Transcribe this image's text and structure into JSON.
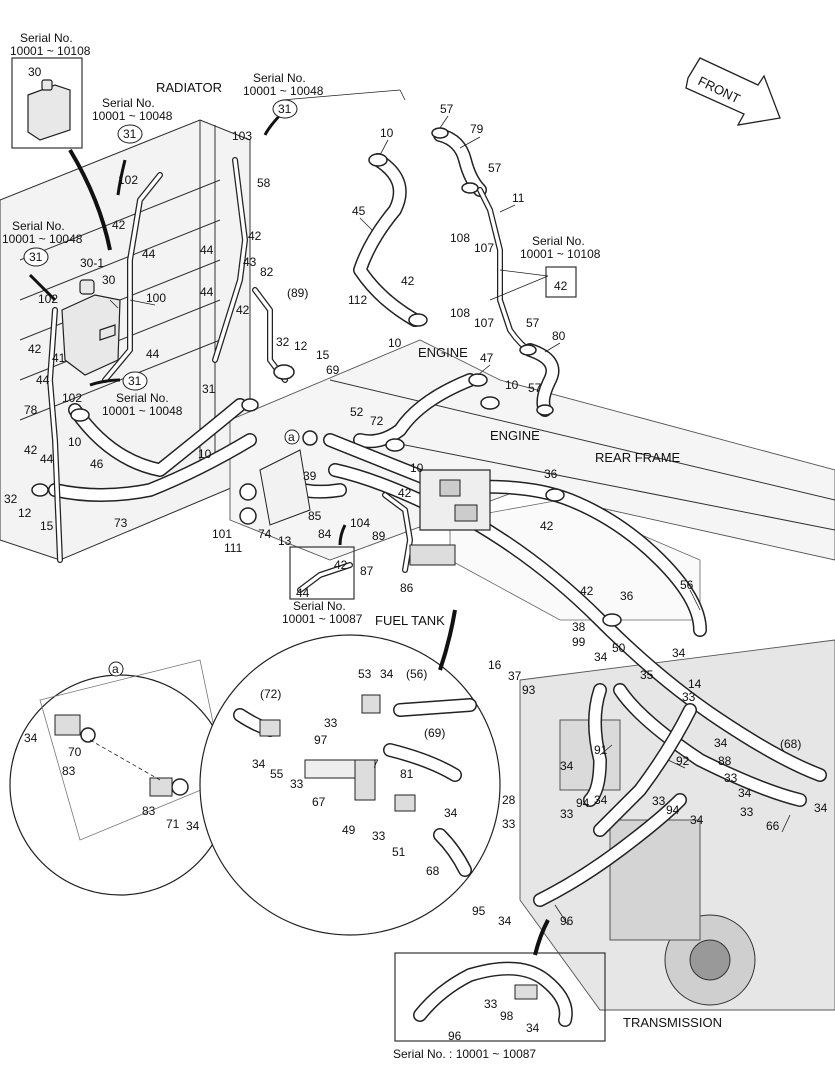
{
  "section_titles": {
    "radiator": "RADIATOR",
    "engine_upper": "ENGINE",
    "engine_lower": "ENGINE",
    "rear_frame": "REAR FRAME",
    "fuel_tank": "FUEL TANK",
    "transmission": "TRANSMISSION",
    "front": "FRONT"
  },
  "serial_notes": {
    "top_left": "Serial No.",
    "top_left_range": "10001 ~ 10108",
    "radiator_a": "Serial No.",
    "radiator_a_range": "10001 ~ 10048",
    "radiator_b": "Serial No.",
    "radiator_b_range": "10001 ~ 10048",
    "left_mid": "Serial No.",
    "left_mid_range": "10001 ~ 10048",
    "tank_side": "Serial No.",
    "tank_side_range": "10001 ~ 10048",
    "engine_right": "Serial No.",
    "engine_right_range": "10001 ~ 10108",
    "fuel_tank_inset": "Serial No.",
    "fuel_tank_inset_range": "10001 ~ 10087",
    "bottom_inset": "Serial No. : 10001 ~ 10087"
  },
  "callouts": {
    "circle_a": "a",
    "ref_31": "31"
  },
  "part_numbers": {
    "p30_box": "30",
    "p30_1": "30-1",
    "p30": "30",
    "p100": "100",
    "p102a": "102",
    "p102b": "102",
    "p103": "103",
    "p58": "58",
    "p42a": "42",
    "p44a": "44",
    "p42b": "42",
    "p44b": "44",
    "p43": "43",
    "p82": "82",
    "p44c": "44",
    "p42c": "42",
    "p89_ref": "(89)",
    "p42d": "42",
    "p44d": "44",
    "p41": "41",
    "p44e": "44",
    "p10a": "10",
    "p31": "31",
    "p78": "78",
    "p42e": "42",
    "p44f": "44",
    "p32a": "32",
    "p12a": "12",
    "p15a": "15",
    "p46": "46",
    "p73": "73",
    "p32b": "32",
    "p12b": "12",
    "p15b": "15",
    "p69": "69",
    "p10b": "10",
    "p45": "45",
    "p42f": "42",
    "p112": "112",
    "p10c": "10",
    "p57a": "57",
    "p79": "79",
    "p57b": "57",
    "p11": "11",
    "p108a": "108",
    "p107a": "107",
    "p108b": "108",
    "p107b": "107",
    "p57c": "57",
    "p80": "80",
    "p42g": "42",
    "p47": "47",
    "p10d": "10",
    "p57d": "57",
    "p52": "52",
    "p72": "72",
    "p10e": "10",
    "p39": "39",
    "p10f": "10",
    "p101": "101",
    "p111": "111",
    "p74": "74",
    "p13": "13",
    "p42h": "42",
    "p104": "104",
    "p85": "85",
    "p84": "84",
    "p89": "89",
    "p87": "87",
    "p86": "86",
    "p42i": "42",
    "p44g": "44",
    "p36a": "36",
    "p42j": "42",
    "p42k": "42",
    "p36b": "36",
    "p56": "56",
    "p38": "38",
    "p99": "99",
    "p16": "16",
    "p37": "37",
    "p93": "93",
    "p50": "50",
    "p34a": "34",
    "p35": "35",
    "p34b": "34",
    "p14": "14",
    "p33a": "33",
    "p91": "91",
    "p34c": "34",
    "p88": "88",
    "p33b": "33",
    "p92": "92",
    "p68_ref": "(68)",
    "p34d": "34",
    "p28": "28",
    "p33c": "33",
    "p94a": "94",
    "p34e": "34",
    "p33d": "33",
    "p94b": "94",
    "p34f": "34",
    "p33e": "33",
    "p66": "66",
    "p34g": "34",
    "p95": "95",
    "p34h": "34",
    "p96": "96",
    "p70": "70",
    "p34i": "34",
    "p83a": "83",
    "p83b": "83",
    "p71": "71",
    "p34j": "34",
    "p72_ref": "(72)",
    "p53": "53",
    "p34k": "34",
    "p56_ref": "(56)",
    "p33f": "33",
    "p97": "97",
    "p34l": "34",
    "p55": "55",
    "p33g": "33",
    "p67": "67",
    "p69_ref": "(69)",
    "p81": "81",
    "p7": "7",
    "p34m": "34",
    "p49": "49",
    "p33h": "33",
    "p51": "51",
    "p68": "68",
    "p96b": "96",
    "p33i": "33",
    "p98": "98",
    "p34n": "34"
  }
}
